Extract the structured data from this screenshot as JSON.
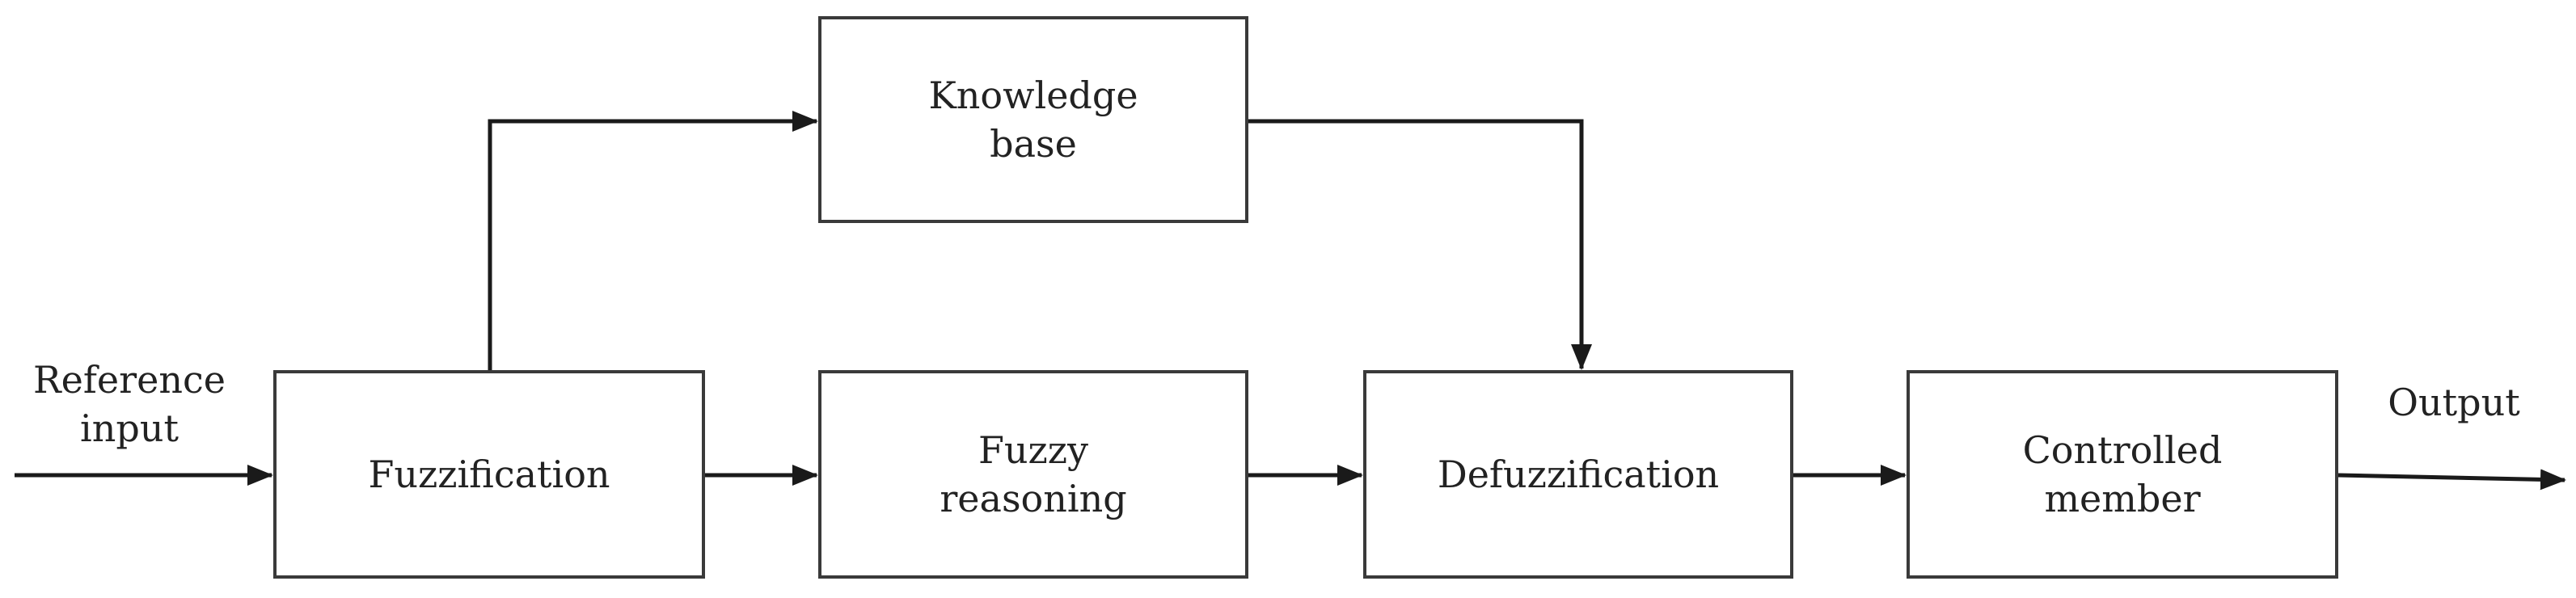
{
  "blocks": {
    "knowledge_base": "Knowledge\nbase",
    "fuzzification": "Fuzzification",
    "fuzzy_reasoning": "Fuzzy\nreasoning",
    "defuzzification": "Defuzzification",
    "controlled_member": "Controlled\nmember"
  },
  "labels": {
    "reference_input": "Reference\ninput",
    "output": "Output"
  },
  "colors": {
    "line": "#1a1a1a",
    "box_border": "#3a3a3a",
    "text": "#222222"
  }
}
